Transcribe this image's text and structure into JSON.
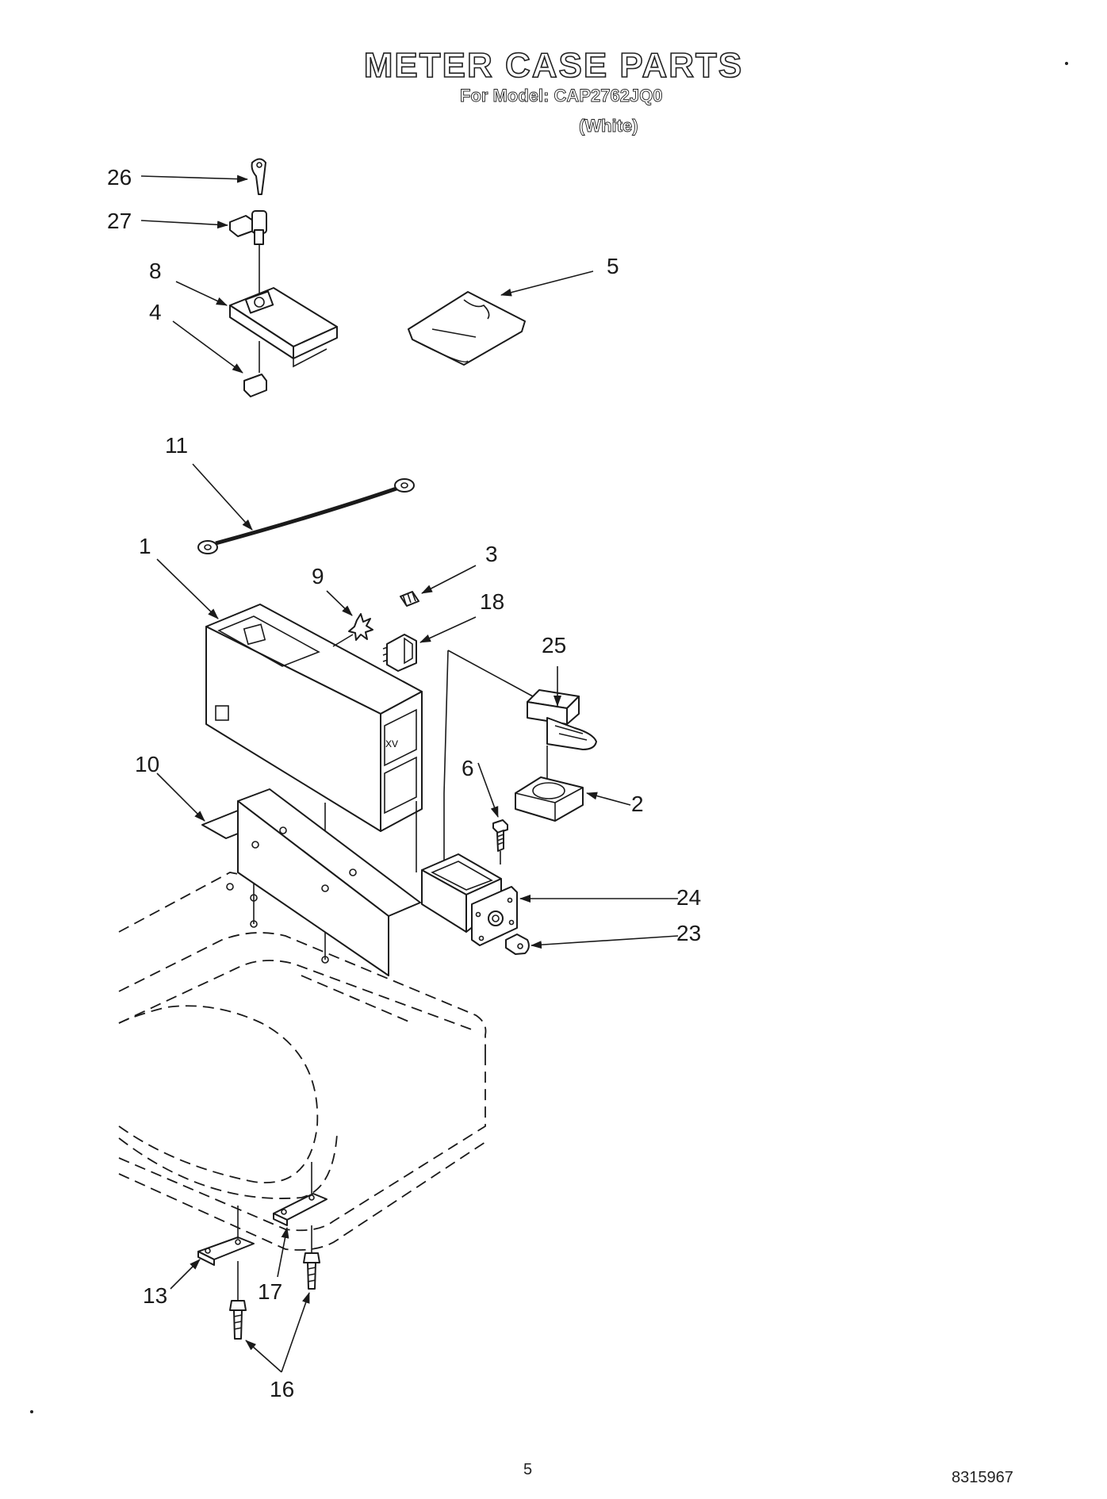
{
  "header": {
    "title": "METER CASE PARTS",
    "model_line": "For Model: CAP2762JQ0",
    "variant": "(White)"
  },
  "callouts": [
    "26",
    "27",
    "8",
    "4",
    "5",
    "11",
    "1",
    "9",
    "3",
    "18",
    "25",
    "10",
    "6",
    "2",
    "24",
    "23",
    "13",
    "17",
    "16"
  ],
  "footer": {
    "page_number": "5",
    "document_number": "8315967"
  }
}
